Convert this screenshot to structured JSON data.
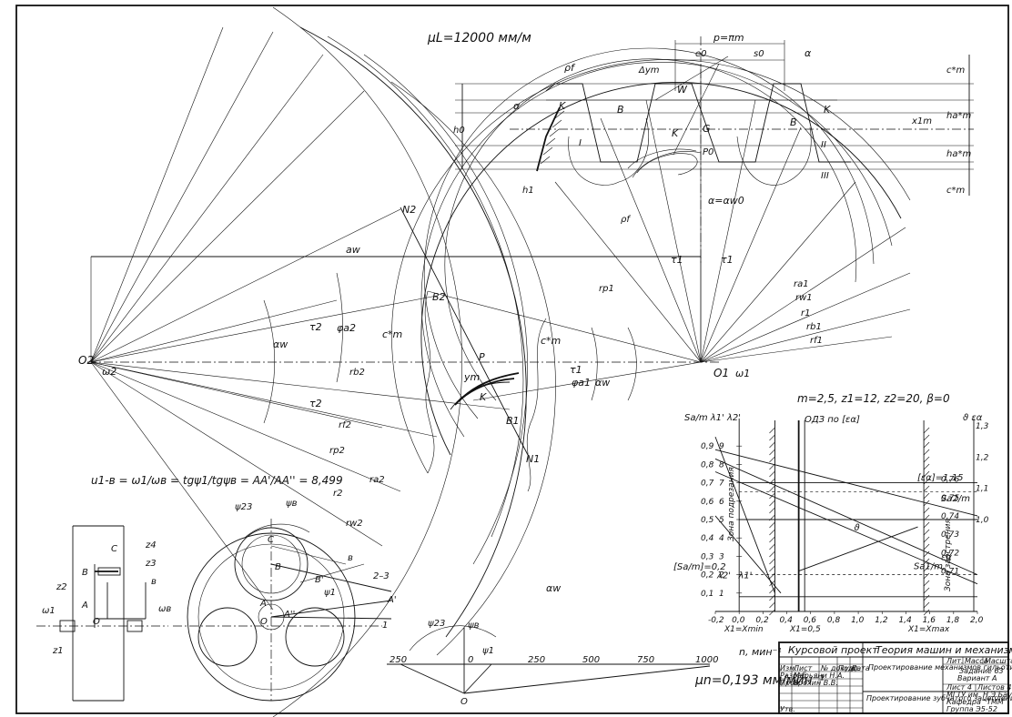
{
  "scales": {
    "mu_L": "μL=12000 мм/м",
    "mu_n": "μn=0,193 мм/мин⁻¹"
  },
  "gear_params": "m=2,5,  z1=12,  z2=20,  β=0",
  "ratio_formula": "u1-в = ω1/ωв = tgψ1/tgψв = AA'/AA'' = 8,499",
  "points": {
    "O1": "O1",
    "O2": "O2",
    "P": "P",
    "B1": "B1",
    "B2": "B2",
    "N1": "N1",
    "N2": "N2",
    "K": "K",
    "W": "W",
    "G": "G",
    "P0": "P0",
    "B": "B",
    "B_prime": "B'",
    "A": "A",
    "A_prime": "A'",
    "A_dprime": "A''",
    "C": "C",
    "O": "O"
  },
  "dimension_labels": {
    "a_w": "aw",
    "alpha_w": "αw",
    "alpha": "α",
    "alpha_eq": "α=αw0",
    "p": "p=πm",
    "e0": "e0",
    "s0": "s0",
    "h0": "h0",
    "h1": "h1",
    "rho_f": "ρf",
    "ym": "ym",
    "delta_ym": "Δym",
    "cm": "c*m",
    "x1m": "x1m",
    "ham": "ha*m",
    "tau1": "τ1",
    "tau2": "τ2",
    "phi_a1": "φa1",
    "phi_a2": "φa2",
    "omega1": "ω1",
    "omega2": "ω2",
    "omega_v": "ωв",
    "r_p1": "rp1",
    "r_a1": "ra1",
    "r_w1": "rw1",
    "r_1": "r1",
    "r_b1": "rb1",
    "r_f1": "rf1",
    "r_b2": "rb2",
    "r_f2": "rf2",
    "r_2": "r2",
    "r_w2": "rw2",
    "r_a2": "ra2",
    "r_p2": "rp2",
    "profiles_I": "I",
    "profiles_II": "II",
    "profiles_III": "III"
  },
  "planetary": {
    "z1": "z1",
    "z2": "z2",
    "z3": "z3",
    "z4": "z4",
    "B": "B",
    "C": "C",
    "A": "A",
    "O": "O",
    "carrier": "в",
    "psi23": "ψ23",
    "psi_v": "ψв",
    "psi1": "ψ1",
    "label_23": "2–3",
    "label_1": "1",
    "label_b": "в"
  },
  "speed_plan": {
    "axis_label": "n, мин⁻¹",
    "ticks": [
      "250",
      "0",
      "250",
      "500",
      "750",
      "1000"
    ],
    "psi23": "ψ23",
    "psi_v": "ψв",
    "psi1": "ψ1",
    "origin": "O"
  },
  "chart_data": {
    "type": "line",
    "title": "",
    "xlabel": "X1",
    "ylabel_left": "Sa/m  λ1'  λ2'",
    "ylabel_right": "ϑ  εα",
    "x_ticks": [
      "-0,2",
      "0,0",
      "0,2",
      "0,4",
      "0,6",
      "0,8",
      "1,0",
      "1,2",
      "1,4",
      "1,6",
      "1,8",
      "2,0"
    ],
    "y_ticks_left": [
      "0,1",
      "0,2",
      "0,3",
      "0,4",
      "0,5",
      "0,6",
      "0,7",
      "0,8",
      "0,9"
    ],
    "y_ticks_left2": [
      "1",
      "2",
      "3",
      "4",
      "5",
      "6",
      "7",
      "8",
      "9"
    ],
    "y_ticks_right_theta": [
      "0,71",
      "0,72",
      "0,73",
      "0,74",
      "0,75",
      "0,76"
    ],
    "y_ticks_right_eps": [
      "1,0",
      "1,1",
      "1,2",
      "1,3"
    ],
    "xlim": [
      -0.2,
      2.0
    ],
    "ylim": [
      0,
      1.0
    ],
    "zone_label": "ОДЗ по [εα]",
    "zone_left": "Зона подрезания",
    "zone_right": "Зона заострения",
    "eps_limit": "[εα]=1,15",
    "sa_limit": "[Sa/m]=0,2",
    "x_min_label": "X1=Xmin",
    "x_choice_label": "X1=0,5",
    "x_max_label": "X1=Xmax",
    "series": [
      {
        "name": "Sa2/m",
        "x": [
          -0.2,
          2.0
        ],
        "y": [
          0.88,
          0.52
        ]
      },
      {
        "name": "Sa1/m",
        "x": [
          -0.2,
          2.0
        ],
        "y": [
          0.76,
          0.15
        ]
      },
      {
        "name": "εα",
        "x": [
          -0.2,
          2.0
        ],
        "y": [
          0.83,
          0.2
        ]
      },
      {
        "name": "ϑ",
        "x": [
          0.5,
          1.5
        ],
        "y": [
          0.22,
          0.46
        ]
      },
      {
        "name": "λ1'",
        "x": [
          -0.2,
          0.3
        ],
        "y": [
          0.95,
          0.1
        ]
      },
      {
        "name": "λ2'",
        "x": [
          -0.2,
          0.35
        ],
        "y": [
          0.52,
          0.1
        ]
      }
    ]
  },
  "title_block": {
    "project": "Курсовой проект",
    "subject": "Теория машин и механизмов",
    "design": "Проектирование механизмов гильотин- ных ножниц",
    "sheet_title": "Проектирование зубчатого зацепления и планетарного механизма",
    "task": "Задание 63",
    "variant": "Вариант А",
    "institution": "МГТУ им. Н.Э.Баумана",
    "dept": "Кафедра \"ТММ\"",
    "group": "Группа Э5-52",
    "sheet": "Лист 4",
    "sheets": "Листов 4",
    "headers": [
      "Изм.",
      "Лист",
      "№ докум.",
      "Подп.",
      "Дата"
    ],
    "roles": [
      "Разраб.",
      "Пров.",
      "Утв."
    ],
    "names": [
      "Марьяни Н.А.",
      "Ерохин В.В."
    ],
    "col_heads": [
      "Лит.",
      "Масса",
      "Масштаб"
    ]
  }
}
